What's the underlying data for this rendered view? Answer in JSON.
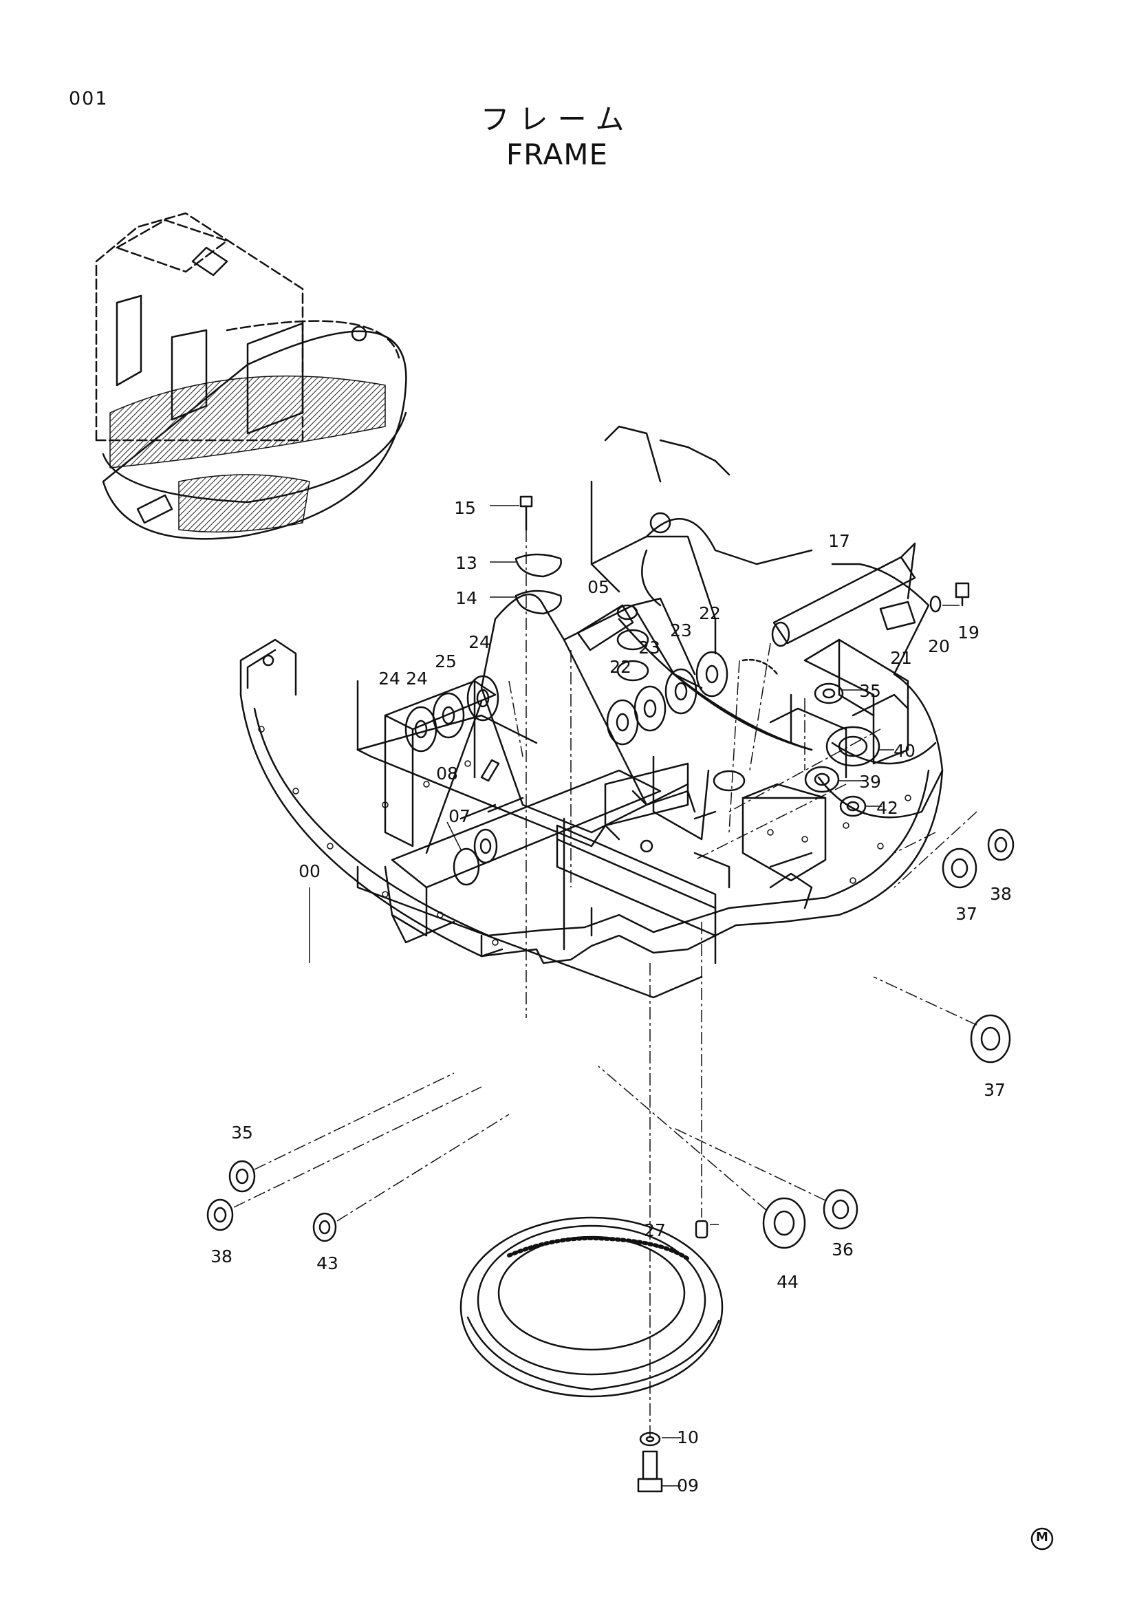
{
  "page_number": "001",
  "title_jp": "フレーム",
  "title_en": "FRAME",
  "mark": "M",
  "callouts": [
    "00",
    "05",
    "07",
    "08",
    "09",
    "10",
    "13",
    "14",
    "15",
    "17",
    "19",
    "20",
    "21",
    "22",
    "22",
    "23",
    "23",
    "24",
    "24",
    "24",
    "25",
    "27",
    "35",
    "35",
    "36",
    "37",
    "37",
    "38",
    "38",
    "39",
    "40",
    "42",
    "43",
    "44"
  ]
}
